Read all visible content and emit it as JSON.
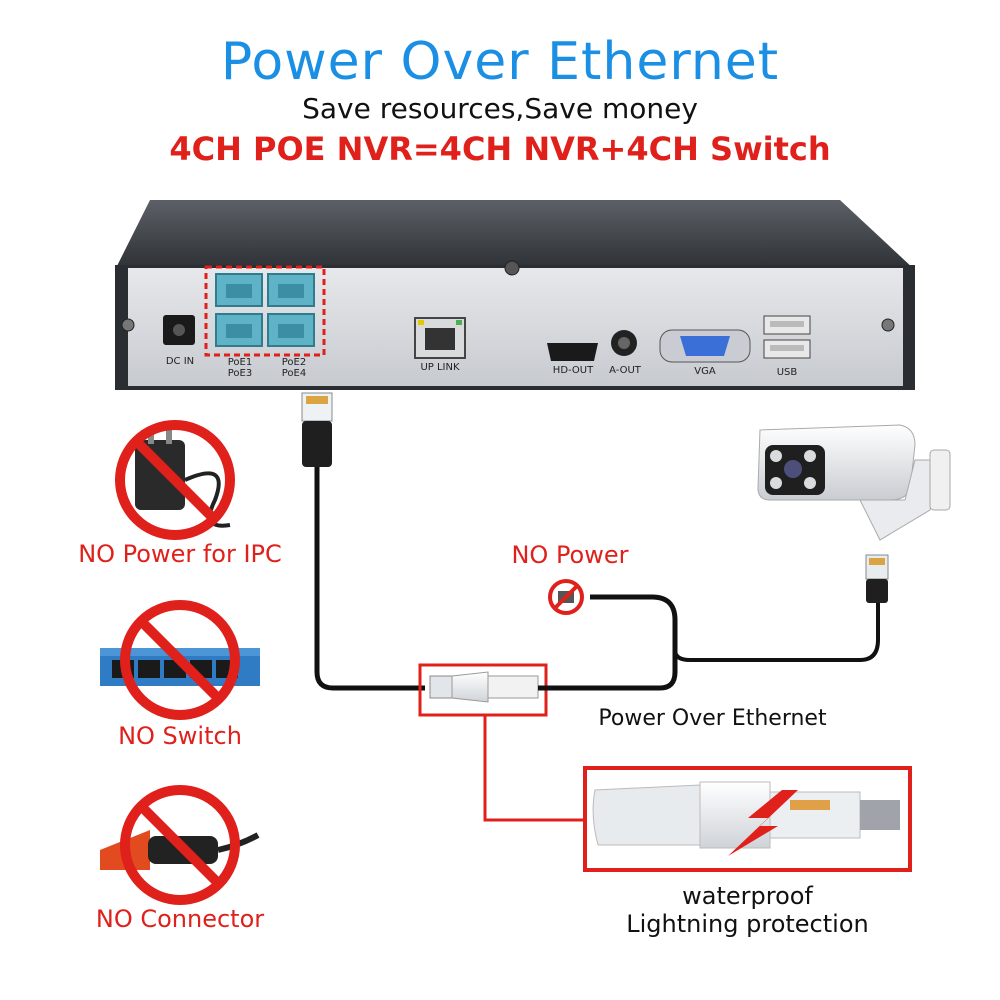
{
  "header": {
    "title": "Power Over Ethernet",
    "subtitle": "Save resources,Save money",
    "headline": "4CH POE NVR=4CH NVR+4CH Switch"
  },
  "nvr": {
    "dc_in": "DC IN",
    "poe_left_top": "PoE1",
    "poe_left_bottom": "PoE3",
    "poe_right_top": "PoE2",
    "poe_right_bottom": "PoE4",
    "uplink": "UP LINK",
    "hdout": "HD-OUT",
    "aout": "A-OUT",
    "vga": "VGA",
    "usb": "USB"
  },
  "left_items": [
    {
      "label": "NO Power for IPC",
      "icon": "power-adapter-icon"
    },
    {
      "label": "NO Switch",
      "icon": "network-switch-icon"
    },
    {
      "label": "NO Connector",
      "icon": "poe-connector-icon"
    }
  ],
  "no_power_label": "NO Power",
  "poe_label": "Power Over Ethernet",
  "waterproof_line1": "waterproof",
  "waterproof_line2": "Lightning protection",
  "colors": {
    "title_blue": "#1b8fe3",
    "accent_red": "#e0201b",
    "poe_port_teal": "#5fb3c7"
  }
}
